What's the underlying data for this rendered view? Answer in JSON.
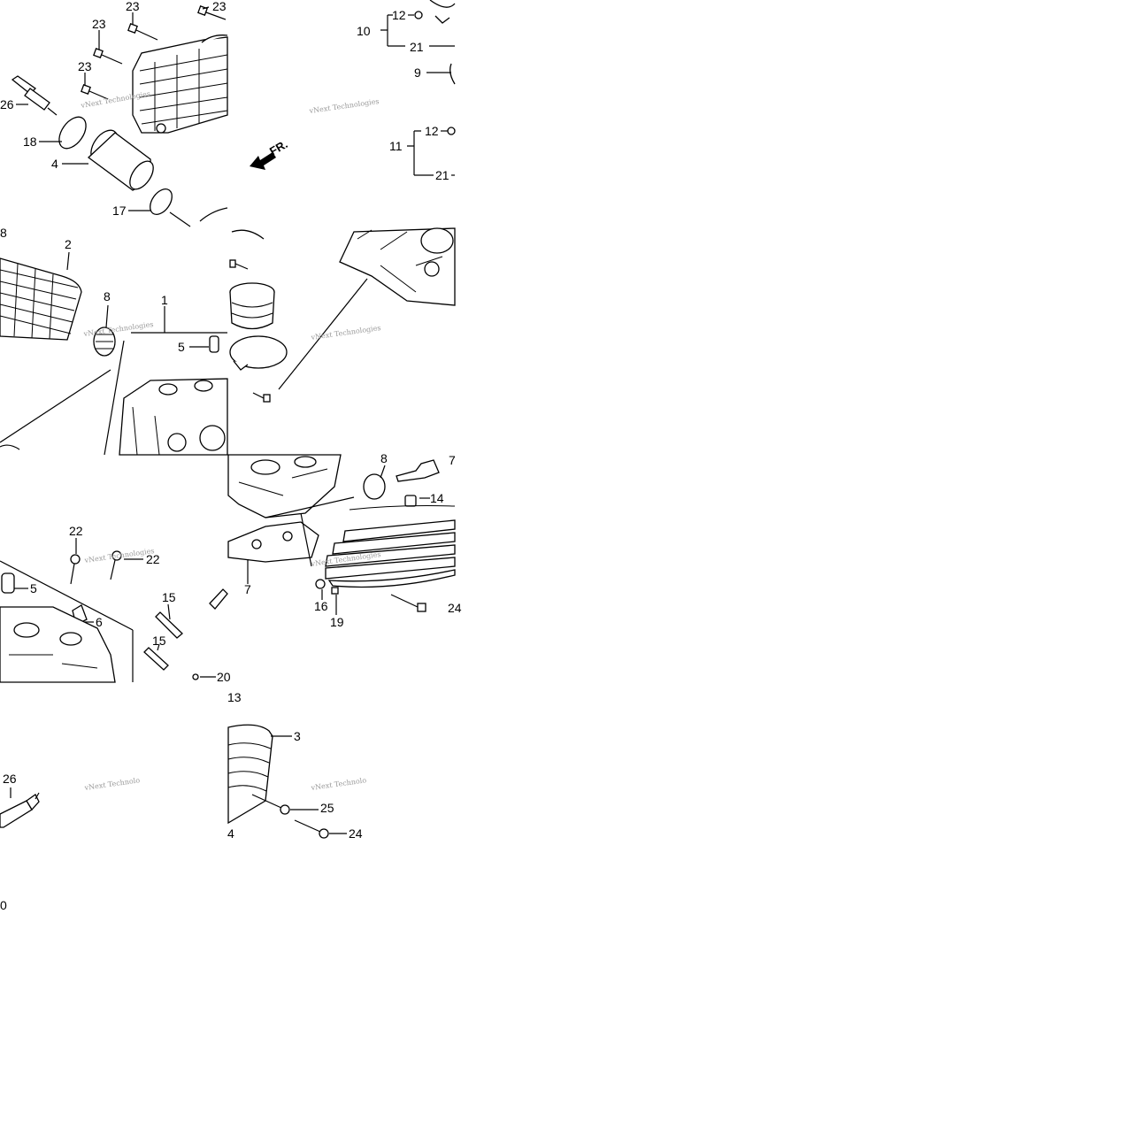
{
  "callouts": [
    {
      "id": "c1",
      "text": "23"
    },
    {
      "id": "c2",
      "text": "23"
    },
    {
      "id": "c3",
      "text": "23"
    },
    {
      "id": "c4",
      "text": "23"
    },
    {
      "id": "c5",
      "text": "26"
    },
    {
      "id": "c6",
      "text": "18"
    },
    {
      "id": "c7",
      "text": "4"
    },
    {
      "id": "c8",
      "text": "17"
    },
    {
      "id": "c9",
      "text": "12"
    },
    {
      "id": "c10",
      "text": "10"
    },
    {
      "id": "c11",
      "text": "21"
    },
    {
      "id": "c12",
      "text": "9"
    },
    {
      "id": "c13",
      "text": "12"
    },
    {
      "id": "c14",
      "text": "11"
    },
    {
      "id": "c15",
      "text": "21"
    },
    {
      "id": "c16",
      "text": "8"
    },
    {
      "id": "c17",
      "text": "2"
    },
    {
      "id": "c18",
      "text": "8"
    },
    {
      "id": "c19",
      "text": "1"
    },
    {
      "id": "c20",
      "text": "5"
    },
    {
      "id": "c21",
      "text": "22"
    },
    {
      "id": "c22",
      "text": "22"
    },
    {
      "id": "c23",
      "text": "5"
    },
    {
      "id": "c24",
      "text": "6"
    },
    {
      "id": "c25",
      "text": "15"
    },
    {
      "id": "c26",
      "text": "15"
    },
    {
      "id": "c27",
      "text": "20"
    },
    {
      "id": "c28",
      "text": "8"
    },
    {
      "id": "c29",
      "text": "14"
    },
    {
      "id": "c30",
      "text": "7"
    },
    {
      "id": "c31",
      "text": "16"
    },
    {
      "id": "c32",
      "text": "19"
    },
    {
      "id": "c33",
      "text": "24"
    },
    {
      "id": "c34",
      "text": "13"
    },
    {
      "id": "c35",
      "text": "3"
    },
    {
      "id": "c36",
      "text": "26"
    },
    {
      "id": "c37",
      "text": "25"
    },
    {
      "id": "c38",
      "text": "24"
    },
    {
      "id": "c39",
      "text": "4"
    },
    {
      "id": "c40",
      "text": "0"
    }
  ],
  "direction_label": "FR.",
  "watermark": "vNext Technologies",
  "watermark_cut": "vNext Technolo"
}
